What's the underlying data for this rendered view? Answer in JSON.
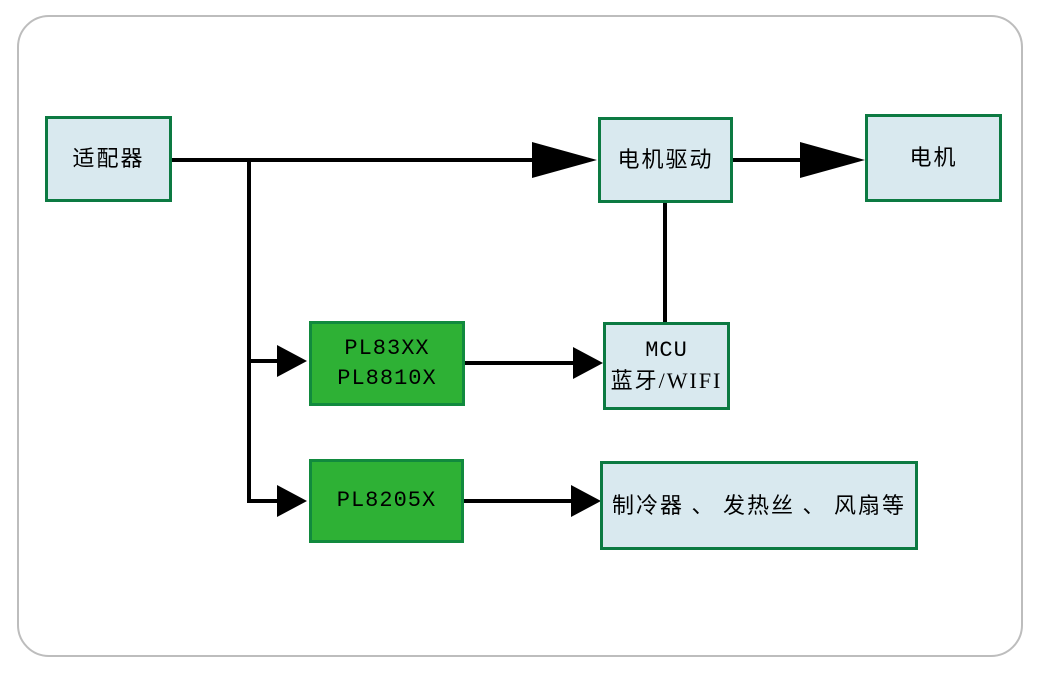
{
  "diagram": {
    "title": "product power and control block diagram",
    "nodes": {
      "adapter": {
        "label": "适配器"
      },
      "motor_drive": {
        "label": "电机驱动"
      },
      "motor": {
        "label": "电机"
      },
      "pl83": {
        "line1": "PL83XX",
        "line2": "PL8810X"
      },
      "mcu": {
        "line1": "MCU",
        "line2": "蓝牙/WIFI"
      },
      "pl8205": {
        "label": "PL8205X"
      },
      "loads": {
        "label": "制冷器 、 发热丝 、 风扇等"
      }
    },
    "connections": [
      {
        "from": "adapter",
        "to": "motor_drive",
        "arrow": true
      },
      {
        "from": "adapter",
        "to": "pl83",
        "arrow": true
      },
      {
        "from": "adapter",
        "to": "pl8205",
        "arrow": true
      },
      {
        "from": "motor_drive",
        "to": "motor",
        "arrow": true
      },
      {
        "from": "motor_drive",
        "to": "mcu",
        "arrow": false
      },
      {
        "from": "pl83",
        "to": "mcu",
        "arrow": true
      },
      {
        "from": "pl8205",
        "to": "loads",
        "arrow": true
      }
    ],
    "colors": {
      "node_fill_light": "#d9e9ef",
      "node_fill_green": "#2eb135",
      "node_border_dark_green": "#0c7a42",
      "connector_black": "#000000",
      "frame_border_gray": "#bdbdbd",
      "background": "#ffffff",
      "text": "#000000"
    }
  }
}
